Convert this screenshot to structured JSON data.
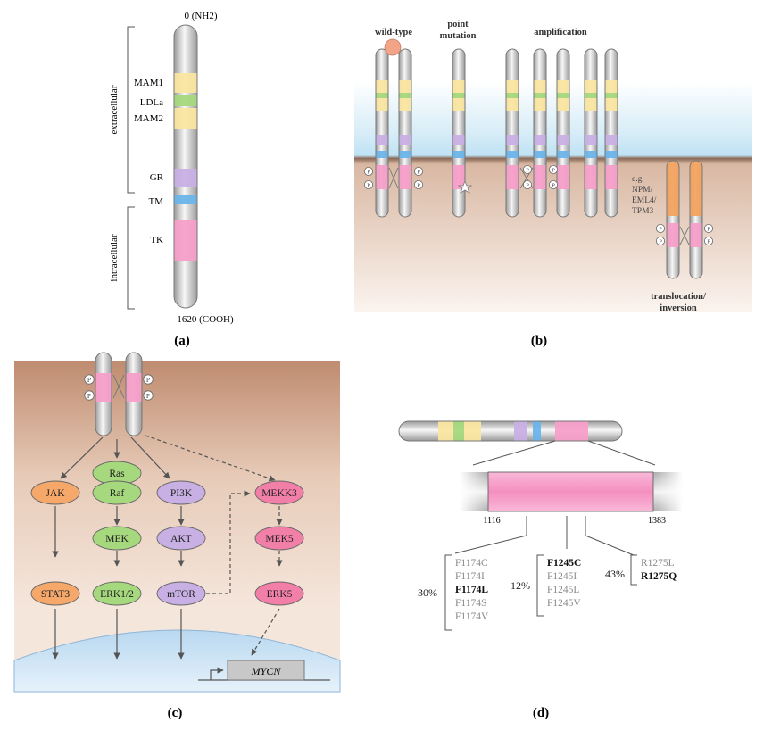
{
  "panels": {
    "a": {
      "caption": "(a)",
      "top_label": "0 (NH2)",
      "bottom_label": "1620 (COOH)",
      "extracellular_label": "extracellular",
      "intracellular_label": "intracellular",
      "domains": [
        {
          "label": "MAM1",
          "color": "#fbe6a0"
        },
        {
          "label": "LDLa",
          "color": "#a6d87e"
        },
        {
          "label": "MAM2",
          "color": "#fbe6a0"
        },
        {
          "label": "GR",
          "color": "#c8b0e4"
        },
        {
          "label": "TM",
          "color": "#6cb4ea"
        },
        {
          "label": "TK",
          "color": "#f59fc8"
        }
      ]
    },
    "b": {
      "caption": "(b)",
      "wild_type_label": "wild-type",
      "point_mutation_label": [
        "point",
        "mutation"
      ],
      "amplification_label": "amplification",
      "translocation_label": [
        "translocation/",
        "inversion"
      ],
      "partner_label": [
        "e.g.",
        "NPM/",
        "EML4/",
        "TPM3"
      ],
      "phospho_label": "P"
    },
    "c": {
      "caption": "(c)",
      "phospho_label": "P",
      "nodes": {
        "jak": "JAK",
        "ras": "Ras",
        "raf": "Raf",
        "pi3k": "PI3K",
        "mekk3": "MEKK3",
        "mek": "MEK",
        "akt": "AKT",
        "mek5": "MEK5",
        "stat3": "STAT3",
        "erk12": "ERK1/2",
        "mtor": "mTOR",
        "erk5": "ERK5"
      },
      "gene_label": "MYCN"
    },
    "d": {
      "caption": "(d)",
      "start_label": "1116",
      "end_label": "1383",
      "groups": [
        {
          "percent": "30%",
          "mutations": [
            "F1174C",
            "F1174I",
            "F1174L",
            "F1174S",
            "F1174V"
          ],
          "bold": "F1174L"
        },
        {
          "percent": "12%",
          "mutations": [
            "F1245C",
            "F1245I",
            "F1245L",
            "F1245V"
          ],
          "bold": "F1245C"
        },
        {
          "percent": "43%",
          "mutations": [
            "R1275L",
            "R1275Q"
          ],
          "bold": "R1275Q"
        }
      ]
    }
  },
  "colors": {
    "mam": "#fbe6a0",
    "ldla": "#a6d87e",
    "gr": "#c8b0e4",
    "tm": "#6cb4ea",
    "tk": "#f59fc8",
    "fusion": "#f3a35f",
    "jak_stat": "#f5a86a",
    "ras_raf": "#a6d87e",
    "pi3k_akt": "#c8b0e4",
    "mek5_erk5": "#f27fa8"
  }
}
